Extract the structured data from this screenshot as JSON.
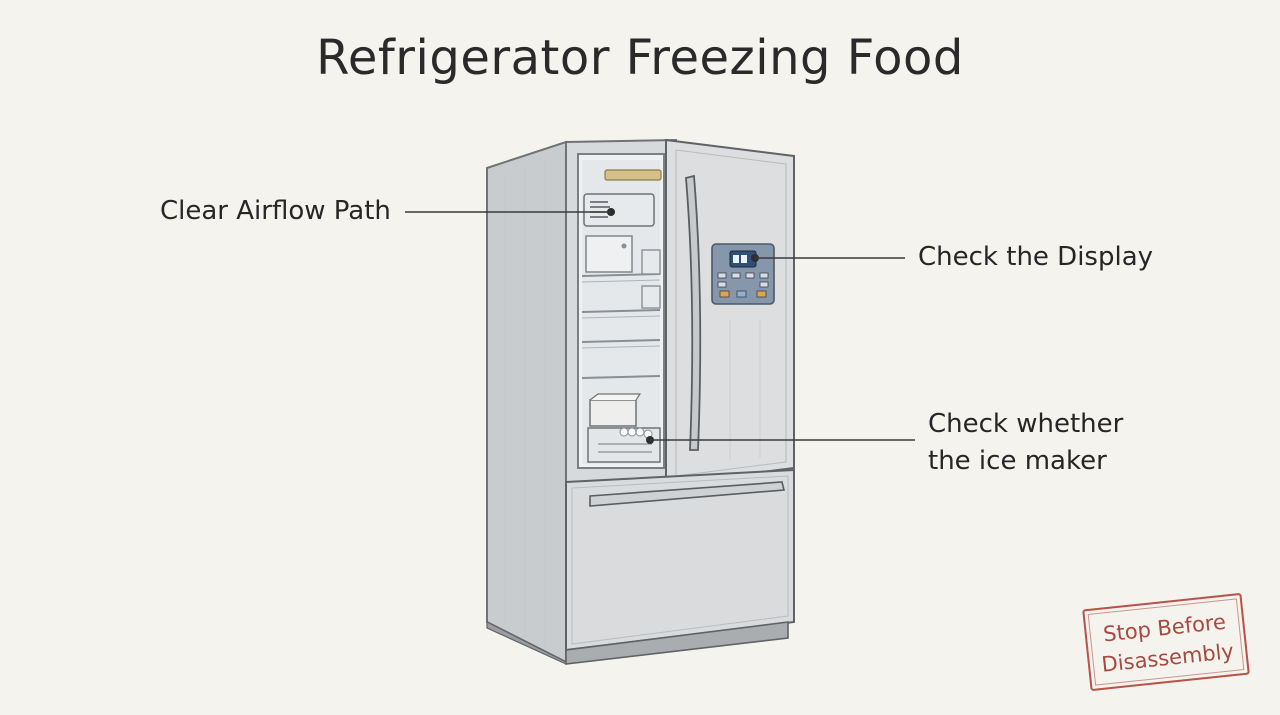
{
  "title": "Refrigerator Freezing Food",
  "callouts": {
    "airflow": "Clear Airflow Path",
    "display": "Check the Display",
    "ice_line1": "Check whether",
    "ice_line2": "the ice maker"
  },
  "stamp": {
    "line1": "Stop Before",
    "line2": "Disassembly"
  },
  "colors": {
    "background": "#f4f3ee",
    "steel": "#d4d6d8",
    "display_panel": "#7d8ea5",
    "stamp": "#b8534a"
  }
}
